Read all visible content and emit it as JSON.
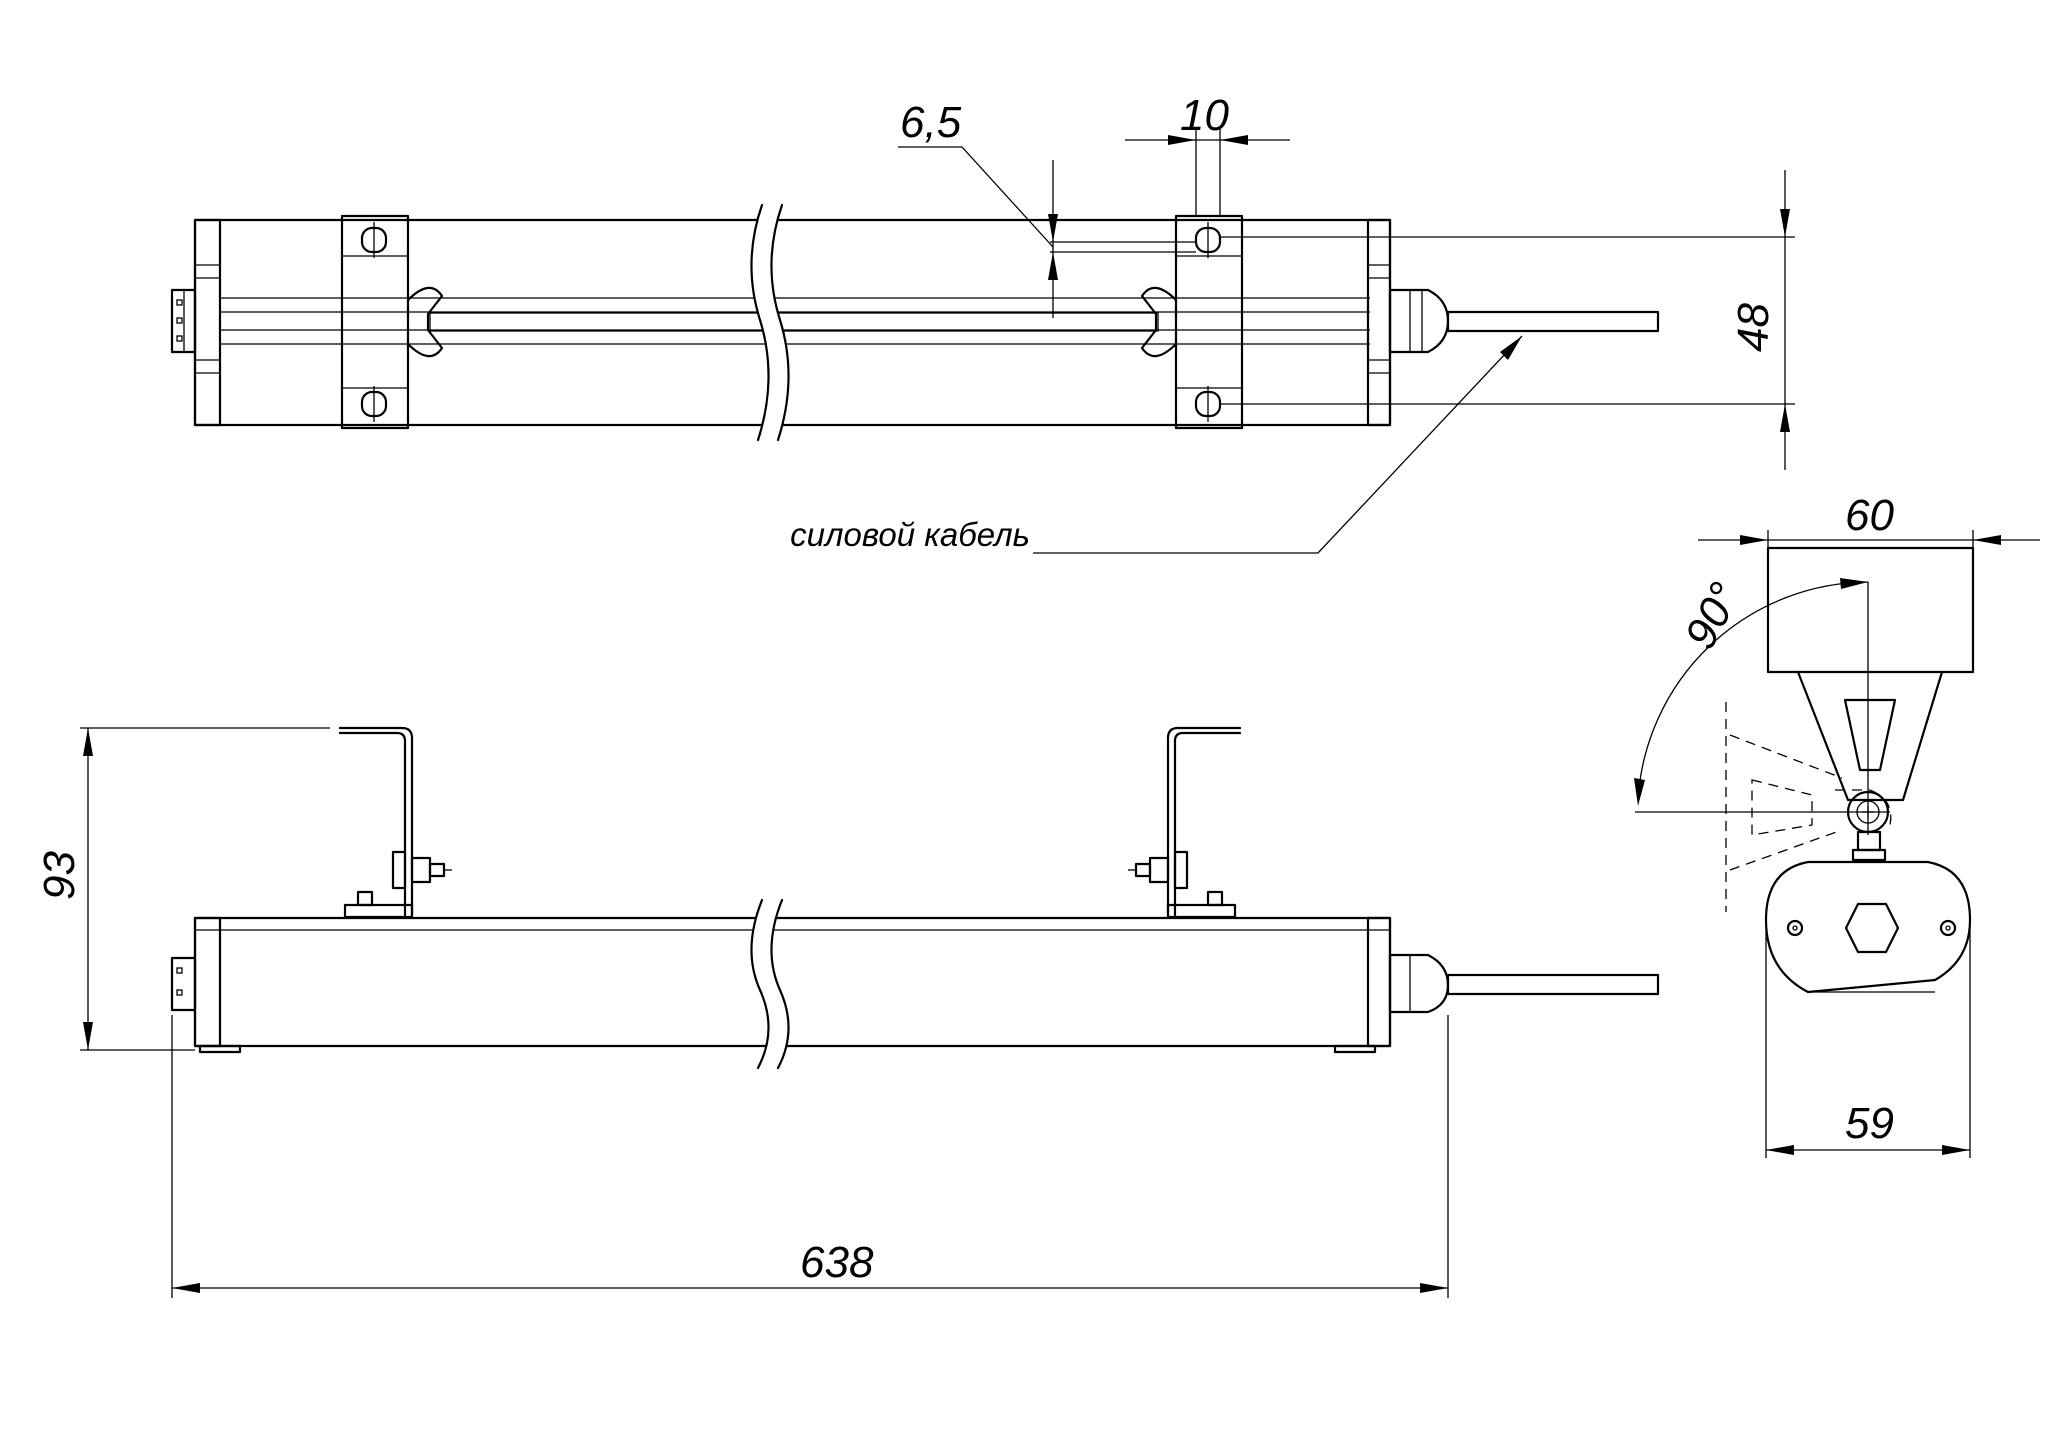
{
  "dimensions": {
    "clip_hole": "6,5",
    "clip_width": "10",
    "body_width_top": "48",
    "height_side": "93",
    "total_length": "638",
    "bracket_width": "60",
    "body_width_end": "59",
    "tilt_angle": "90°"
  },
  "annotations": {
    "cable_label": "силовой кабель"
  }
}
